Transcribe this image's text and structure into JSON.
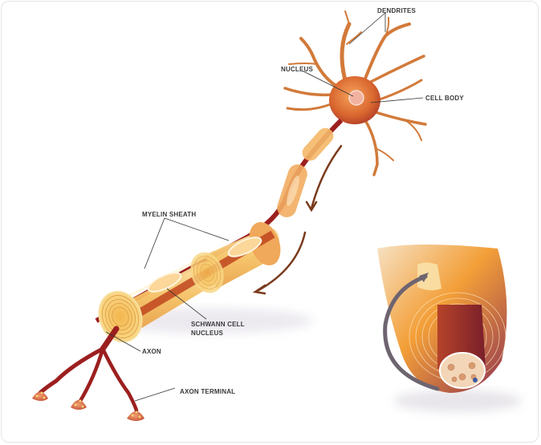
{
  "diagram": {
    "subject": "Neuron anatomy",
    "labels": {
      "dendrites": "DENDRITES",
      "nucleus": "NUCLEUS",
      "cell_body": "CELL BODY",
      "myelin_sheath": "MYELIN SHEATH",
      "schwann_line1": "SCHWANN CELL",
      "schwann_line2": "NUCLEUS",
      "axon": "AXON",
      "axon_terminal": "AXON TERMINAL"
    },
    "colors": {
      "myelin": "#f6c36a",
      "myelin_dark": "#e89a3c",
      "axon": "#9c1f1f",
      "cell_body": "#d9703a",
      "dendrite": "#d9803f",
      "arrow": "#7a3a1c",
      "label_text": "#3a3a3a",
      "leader_line": "#333333",
      "card_border": "#e4e4e4"
    }
  }
}
